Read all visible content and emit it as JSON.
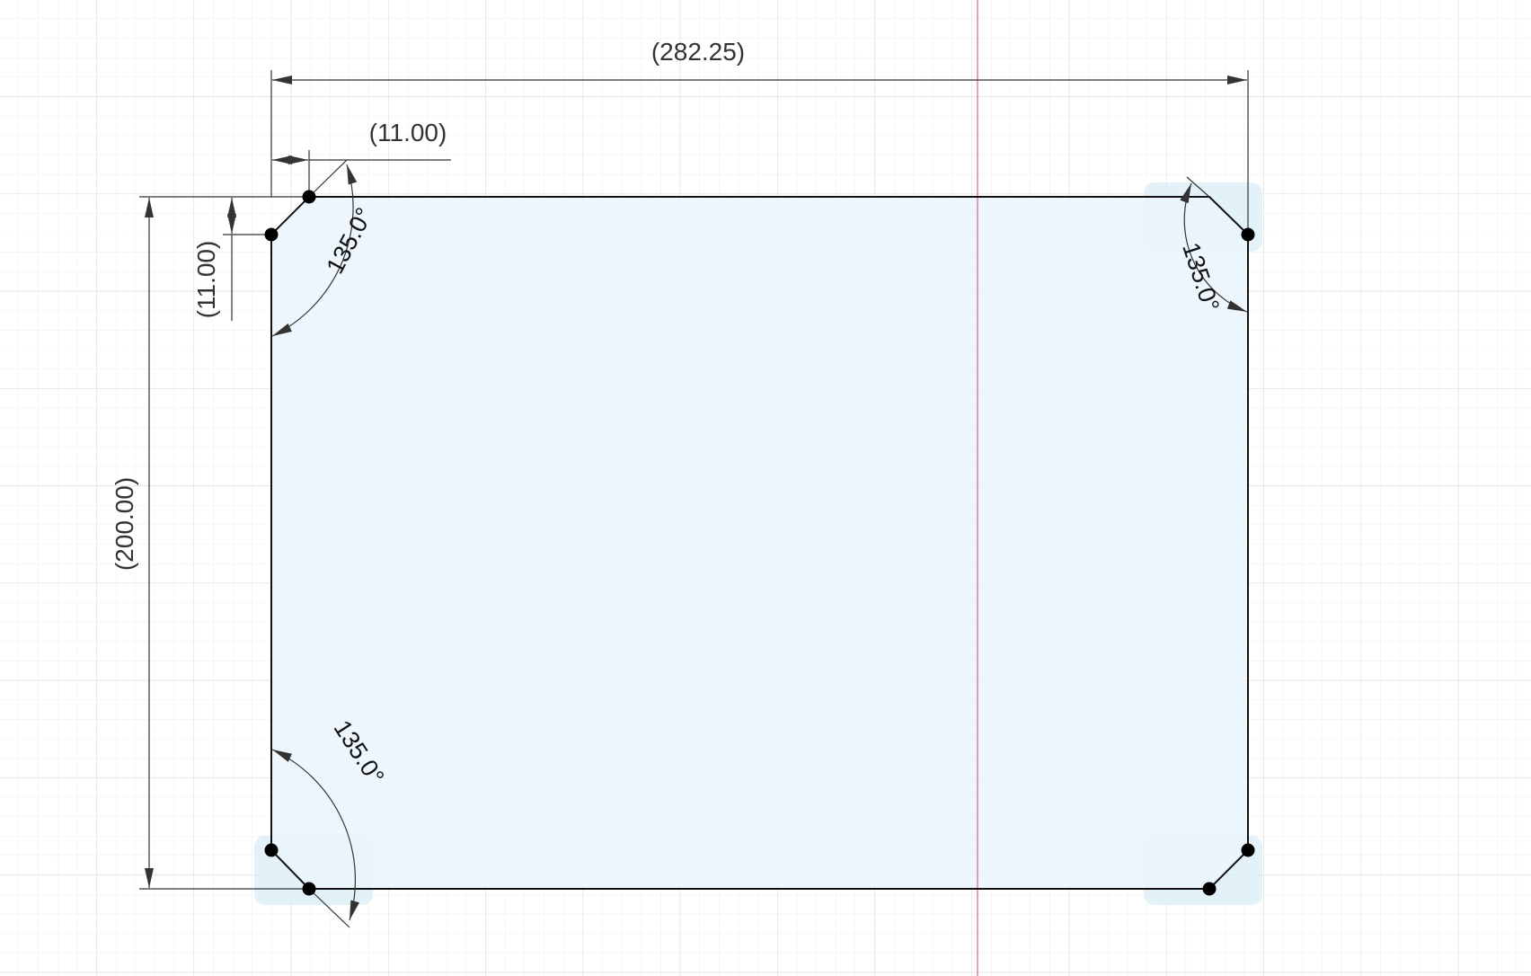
{
  "colors": {
    "background": "#ffffff",
    "grid_minor": "#eeeeee",
    "grid_major": "#dddddd",
    "profile_fill": "#eaf5fc",
    "corner_highlight": "#dcedf8",
    "sketch_line": "#111111",
    "dimension_line": "#333333",
    "axis_line": "#e0707a",
    "point": "#000000"
  },
  "dimensions": {
    "width": "(282.25)",
    "chamfer_horizontal": "(11.00)",
    "chamfer_vertical": "(11.00)",
    "height": "(200.00)"
  },
  "angles": {
    "top_left": "135.0°",
    "top_right": "135.0°",
    "bottom_left": "135.0°"
  }
}
